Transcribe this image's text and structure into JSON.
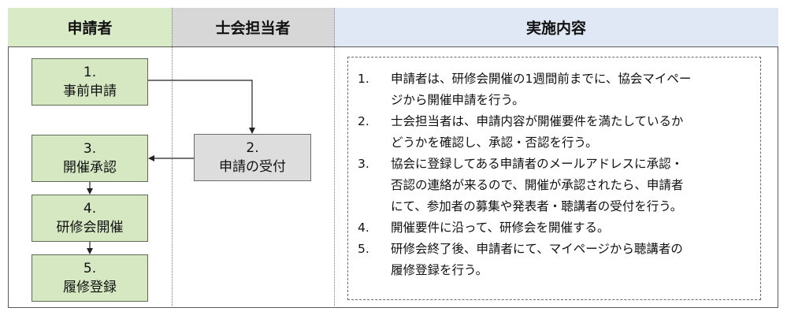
{
  "headers": {
    "applicant": "申請者",
    "officer": "士会担当者",
    "content": "実施内容"
  },
  "flow": {
    "step1": {
      "num": "1.",
      "label": "事前申請"
    },
    "step2": {
      "num": "2.",
      "label": "申請の受付"
    },
    "step3": {
      "num": "3.",
      "label": "開催承認"
    },
    "step4": {
      "num": "4.",
      "label": "研修会開催"
    },
    "step5": {
      "num": "5.",
      "label": "履修登録"
    }
  },
  "notes": [
    {
      "num": "1.",
      "lines": [
        "申請者は、研修会開催の1週間前までに、協会マイペー",
        "ジから開催申請を行う。"
      ]
    },
    {
      "num": "2.",
      "lines": [
        "士会担当者は、申請内容が開催要件を満たしているか",
        "どうかを確認し、承認・否認を行う。"
      ]
    },
    {
      "num": "3.",
      "lines": [
        "協会に登録してある申請者のメールアドレスに承認・",
        "否認の連絡が来るので、開催が承認されたら、申請者",
        "にて、参加者の募集や発表者・聴講者の受付を行う。"
      ]
    },
    {
      "num": "4.",
      "lines": [
        "開催要件に沿って、研修会を開催する。"
      ]
    },
    {
      "num": "5.",
      "lines": [
        "研修会終了後、申請者にて、マイページから聴講者の",
        "履修登録を行う。"
      ]
    }
  ],
  "colors": {
    "applicant_header": "#d9ebc6",
    "officer_header": "#d7d7d7",
    "content_header": "#dfe8f4",
    "step_green": "#d6e8c2",
    "step_grey": "#dddddd"
  }
}
